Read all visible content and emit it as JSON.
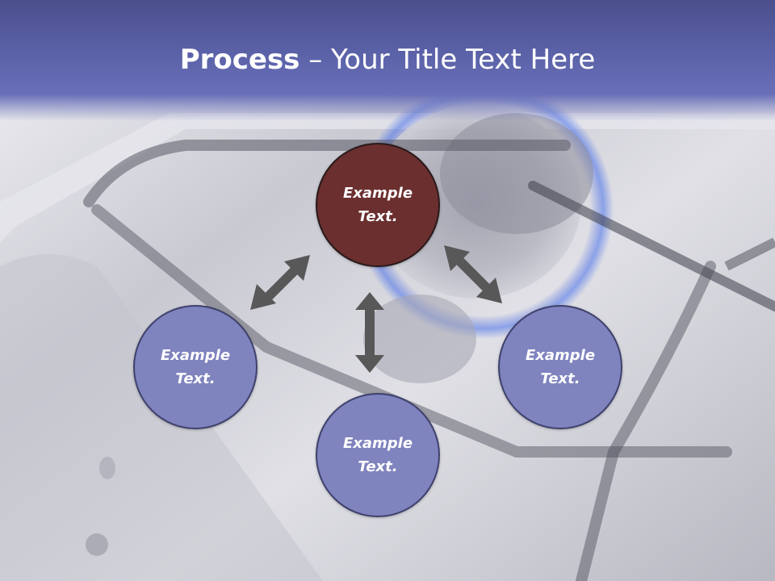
{
  "title": {
    "bold_part": "Process",
    "rest_part": " – Your Title Text Here"
  },
  "nodes": {
    "center": {
      "line1": "Example",
      "line2": "Text."
    },
    "left": {
      "line1": "Example",
      "line2": "Text."
    },
    "bottom": {
      "line1": "Example",
      "line2": "Text."
    },
    "right": {
      "line1": "Example",
      "line2": "Text."
    }
  },
  "colors": {
    "title_band": "#5b62a8",
    "center_node": "#6b2f2f",
    "outer_node": "#7f83be",
    "arrow": "#555555"
  }
}
